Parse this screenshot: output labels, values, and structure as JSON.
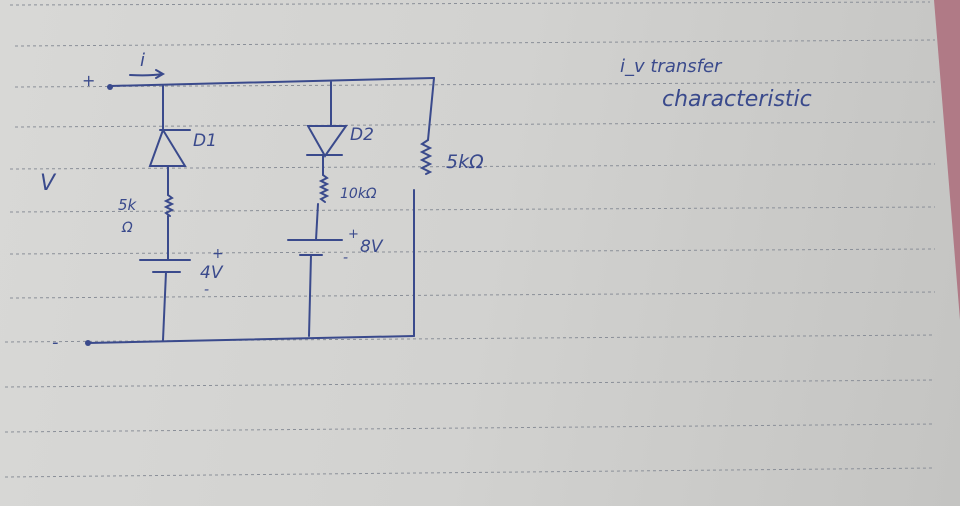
{
  "title": {
    "line1": "i_v transfer",
    "line2": "characteristic"
  },
  "terminals": {
    "positive": "+",
    "negative": "-",
    "voltage_label": "V",
    "current_label": "i"
  },
  "branches": [
    {
      "diode": "D1",
      "resistor": "5k",
      "resistor_unit": "Ω",
      "source": "4V",
      "source_plus": "+",
      "source_minus": "-"
    },
    {
      "diode": "D2",
      "resistor": "10kΩ",
      "source": "8V",
      "source_plus": "+",
      "source_minus": "-"
    },
    {
      "resistor": "5kΩ"
    }
  ],
  "colors": {
    "ink": "#3a4a8c",
    "paper": "#d4d4d2",
    "rule": "#8a8f98",
    "cover": "#b07a86"
  }
}
